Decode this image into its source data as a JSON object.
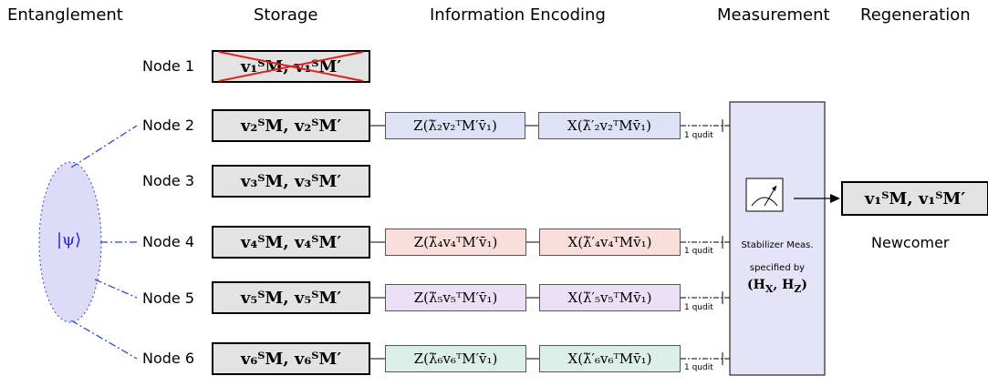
{
  "headers": {
    "entanglement": "Entanglement",
    "storage": "Storage",
    "encoding": "Information Encoding",
    "measurement": "Measurement",
    "regeneration": "Regeneration"
  },
  "nodes": [
    {
      "label": "Node 1",
      "storage": "v₁ᵀM, v₁ᵀM′",
      "failed": true
    },
    {
      "label": "Node 2",
      "storage": "v₂ᵀM, v₂ᵀM′",
      "z_gate": "Z(λ̃₂v₂ᵀM′v̄₁)",
      "x_gate": "X(λ̃′₂v₂ᵀMv̄₁)"
    },
    {
      "label": "Node 3",
      "storage": "v₃ᵀM, v₃ᵀM′"
    },
    {
      "label": "Node 4",
      "storage": "v₄ᵀM, v₄ᵀM′",
      "z_gate": "Z(λ̃₄v₄ᵀM′v̄₁)",
      "x_gate": "X(λ̃′₄v₄ᵀMv̄₁)"
    },
    {
      "label": "Node 5",
      "storage": "v₅ᵀM, v₅ᵀM′",
      "z_gate": "Z(λ̃₅v₅ᵀM′v̄₁)",
      "x_gate": "X(λ̃′₅v₅ᵀMv̄₁)"
    },
    {
      "label": "Node 6",
      "storage": "v₆ᵀM, v₆ᵀM′",
      "z_gate": "Z(λ̃₆v₆ᵀM′v̄₁)",
      "x_gate": "X(λ̃′₆v₆ᵀMv̄₁)"
    }
  ],
  "entangled_state": "|ψ⟩",
  "qudit_label": "1 qudit",
  "measurement": {
    "line1": "Stabilizer Meas.",
    "line2": "specified by",
    "line3": "(H",
    "sub_x": "X",
    "sep": ", H",
    "sub_z": "Z",
    "close": ")"
  },
  "newcomer": {
    "storage": "v₁ᵀM, v₁ᵀM′",
    "label": "Newcomer"
  },
  "colors": {
    "node2_row": "#dfe1f7",
    "node4_row": "#f9dedb",
    "node5_row": "#ece0f6",
    "node6_row": "#dcefe6",
    "ellipse": "#dcdcf7",
    "measurement_box": "#e3e4f7",
    "cross": "#e0201c",
    "dash": "#3344dd"
  }
}
